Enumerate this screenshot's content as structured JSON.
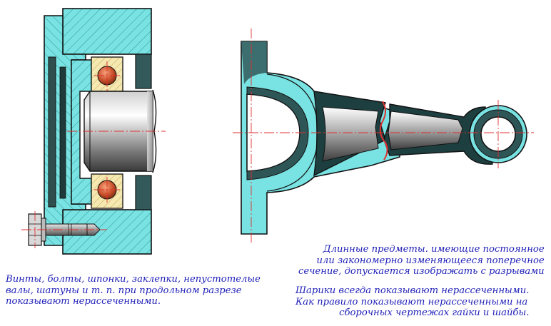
{
  "notes": {
    "left": {
      "line1": "Винты, болты, шпонки, заклепки, непустотелые",
      "line2": "валы, шатуны  и т. п. при  продольном  разрезе",
      "line3": "показывают нерассеченными."
    },
    "right_long": {
      "line1": "Длинные предметы. имеющие постоянное",
      "line2": "или закономерно изменяющееся поперечное",
      "line3": "сечение, допускается изображать с разрывами"
    },
    "right_balls": {
      "line1": "Шарики всегда показывают нерассеченными.",
      "line2": "Как правило показывают нерассеченными на",
      "line3": "сборочных чертежах гайки и шайбы."
    }
  },
  "colors": {
    "section_fill": "#79e2e2",
    "bearing_race": "#f5e8b0",
    "ball": "#c8502a",
    "outline": "#111111",
    "centerline": "#e03030",
    "text": "#1f1fb8"
  }
}
